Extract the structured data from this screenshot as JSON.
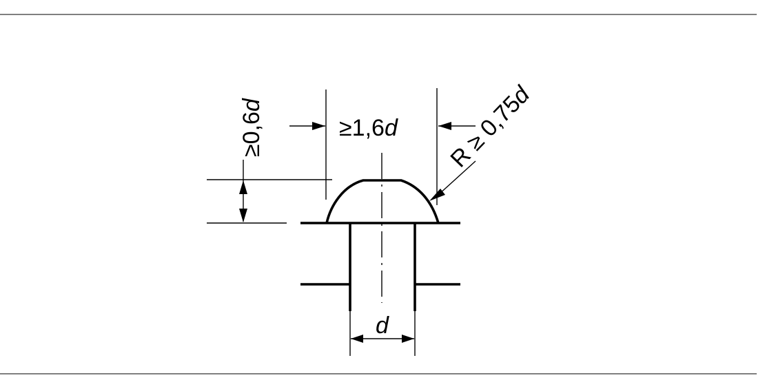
{
  "figure": {
    "labels": {
      "head_height": {
        "prefix": "≥0,6",
        "var": "d"
      },
      "head_width": {
        "prefix": "≥1,6",
        "var": "d"
      },
      "radius": {
        "prefix": "R ≥ 0,75",
        "var": "d"
      },
      "shank_diameter": {
        "var": "d"
      }
    }
  }
}
